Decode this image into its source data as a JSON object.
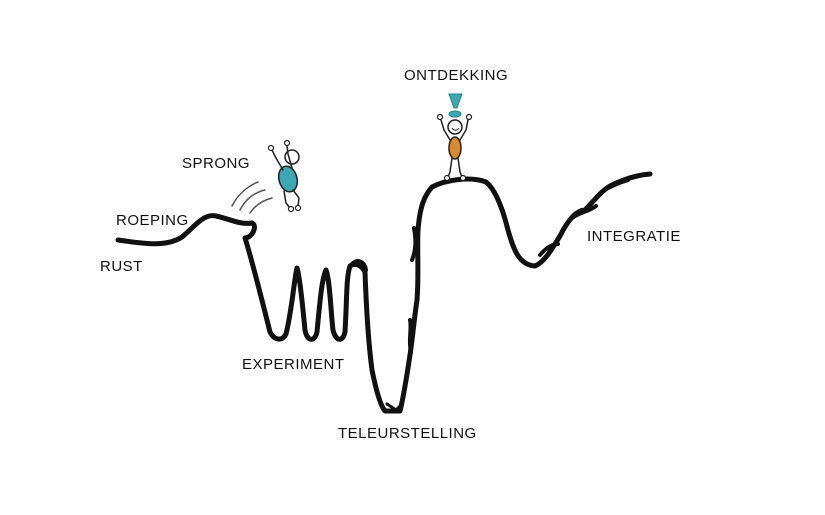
{
  "colors": {
    "ink": "#111111",
    "accent_teal": "#3fa7b3",
    "accent_orange": "#d98a2f",
    "background": "#ffffff"
  },
  "stages": {
    "rust": "RUST",
    "roeping": "ROEPING",
    "sprong": "SPRONG",
    "experiment": "EXPERIMENT",
    "teleurstelling": "TELEURSTELLING",
    "ontdekking": "ONTDEKKING",
    "integratie": "INTEGRATIE"
  },
  "figures": {
    "jumping_figure_icon": "stick-figure-jumping-icon",
    "cheering_figure_icon": "stick-figure-cheering-icon",
    "exclamation_icon": "exclamation-mark-icon"
  }
}
